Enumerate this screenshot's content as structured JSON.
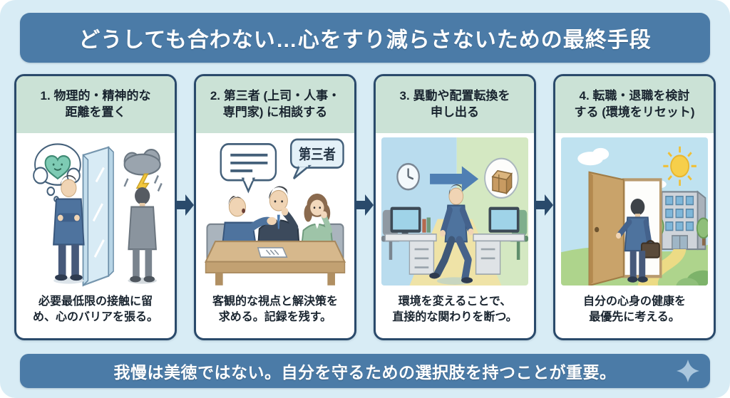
{
  "header": {
    "title": "どうしても合わない…心をすり減らさないための最終手段"
  },
  "footer": {
    "message": "我慢は美徳ではない。自分を守るための選択肢を持つことが重要。"
  },
  "panels": [
    {
      "title": "1. 物理的・精神的な\n距離を置く",
      "caption": "必要最低限の接触に留\nめ、心のバリアを張る。",
      "illustration": "person-behind-glass-barrier"
    },
    {
      "title": "2. 第三者 (上司・人事・\n専門家) に相談する",
      "caption": "客観的な視点と解決策を\n求める。記録を残す。",
      "bubble_label": "第三者",
      "illustration": "three-people-consultation"
    },
    {
      "title": "3. 異動や配置転換を\n申し出る",
      "caption": "環境を変えることで、\n直接的な関わりを断つ。",
      "illustration": "walking-to-new-workspace"
    },
    {
      "title": "4. 転職・退職を検討\nする (環境をリセット)",
      "caption": "自分の心身の健康を\n最優先に考える。",
      "illustration": "open-door-to-outside"
    }
  ],
  "colors": {
    "page_bg": "#d8ecf5",
    "banner_bg": "#4b7ba7",
    "panel_border": "#2a4a6b",
    "panel_header_bg": "#cbe2d6",
    "arrow": "#2a4a6b",
    "sparkle": "#a9c6dd"
  }
}
